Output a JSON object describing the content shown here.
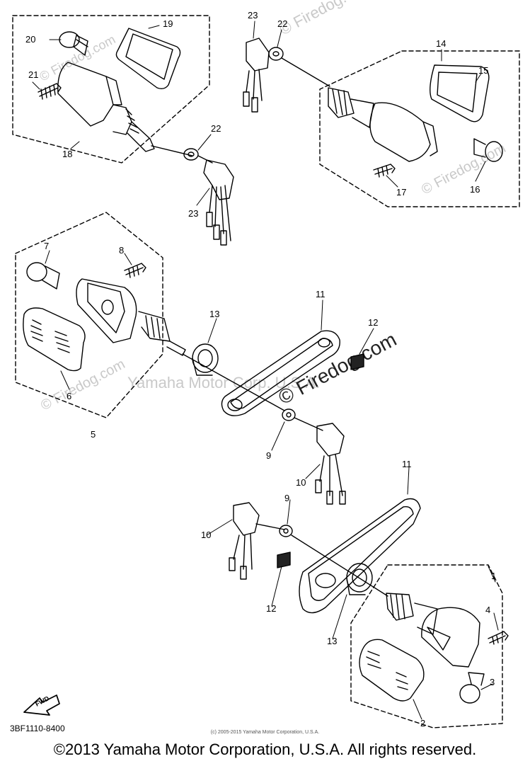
{
  "diagram": {
    "part_labels": {
      "p1": "1",
      "p2": "2",
      "p3": "3",
      "p4": "4",
      "p5": "5",
      "p6": "6",
      "p7": "7",
      "p8": "8",
      "p9a": "9",
      "p9b": "9",
      "p10a": "10",
      "p10b": "10",
      "p11a": "11",
      "p11b": "11",
      "p12a": "12",
      "p12b": "12",
      "p13a": "13",
      "p13b": "13",
      "p14": "14",
      "p15": "15",
      "p16": "16",
      "p17": "17",
      "p18": "18",
      "p19": "19",
      "p20": "20",
      "p21": "21",
      "p22a": "22",
      "p22b": "22",
      "p23a": "23",
      "p23b": "23"
    },
    "fwd_label": "FWD",
    "diagram_code": "3BF1110-8400",
    "watermarks": {
      "firedog1": "© Firedog.com",
      "firedog2": "© Firedog.com",
      "firedog3": "© Firedog.com",
      "firedog4": "© Firedog.com",
      "firedog_main": "© Firedog.com",
      "yamaha": "Yamaha Motor Corp. U.S.A."
    },
    "copyright_small": "(c) 2005-2015 Yamaha Motor Corporation, U.S.A.",
    "copyright_main": "©2013 Yamaha Motor Corporation, U.S.A. All rights reserved."
  }
}
